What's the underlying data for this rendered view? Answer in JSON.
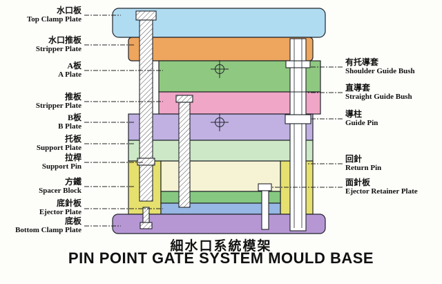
{
  "titles": {
    "chinese": "細水口系統模架",
    "english": "PIN POINT GATE SYSTEM MOULD BASE"
  },
  "left_labels": [
    {
      "cn": "水口板",
      "en": "Top Clamp Plate"
    },
    {
      "cn": "水口推板",
      "en": "Stripper Plate"
    },
    {
      "cn": "A板",
      "en": "A Plate"
    },
    {
      "cn": "推板",
      "en": "Stripper Plate"
    },
    {
      "cn": "B板",
      "en": "B Plate"
    },
    {
      "cn": "托板",
      "en": "Support Plate"
    },
    {
      "cn": "拉桿",
      "en": "Support Pin"
    },
    {
      "cn": "方鐵",
      "en": "Spacer Block"
    },
    {
      "cn": "底針板",
      "en": "Ejector Plate"
    },
    {
      "cn": "底板",
      "en": "Bottom Clamp Plate"
    }
  ],
  "right_labels": [
    {
      "cn": "有托導套",
      "en": "Shoulder Guide Bush"
    },
    {
      "cn": "直導套",
      "en": "Straight Guide Bush"
    },
    {
      "cn": "導柱",
      "en": "Guide Pin"
    },
    {
      "cn": "回針",
      "en": "Return Pin"
    },
    {
      "cn": "面針板",
      "en": "Ejector Retainer Plate"
    }
  ],
  "colors": {
    "top_clamp": "#b0dcf2",
    "stripper_upper": "#eea55e",
    "a_plate": "#8fc880",
    "stripper_lower": "#f0a6c6",
    "b_plate": "#c0b1e2",
    "support_plate": "#cde8c6",
    "spacer_block": "#e6e06f",
    "cavity": "#f6f3d4",
    "ejector_retainer": "#86c881",
    "ejector_plate": "#97b7e4",
    "bottom_clamp": "#b697d4",
    "outline": "#20242a"
  }
}
